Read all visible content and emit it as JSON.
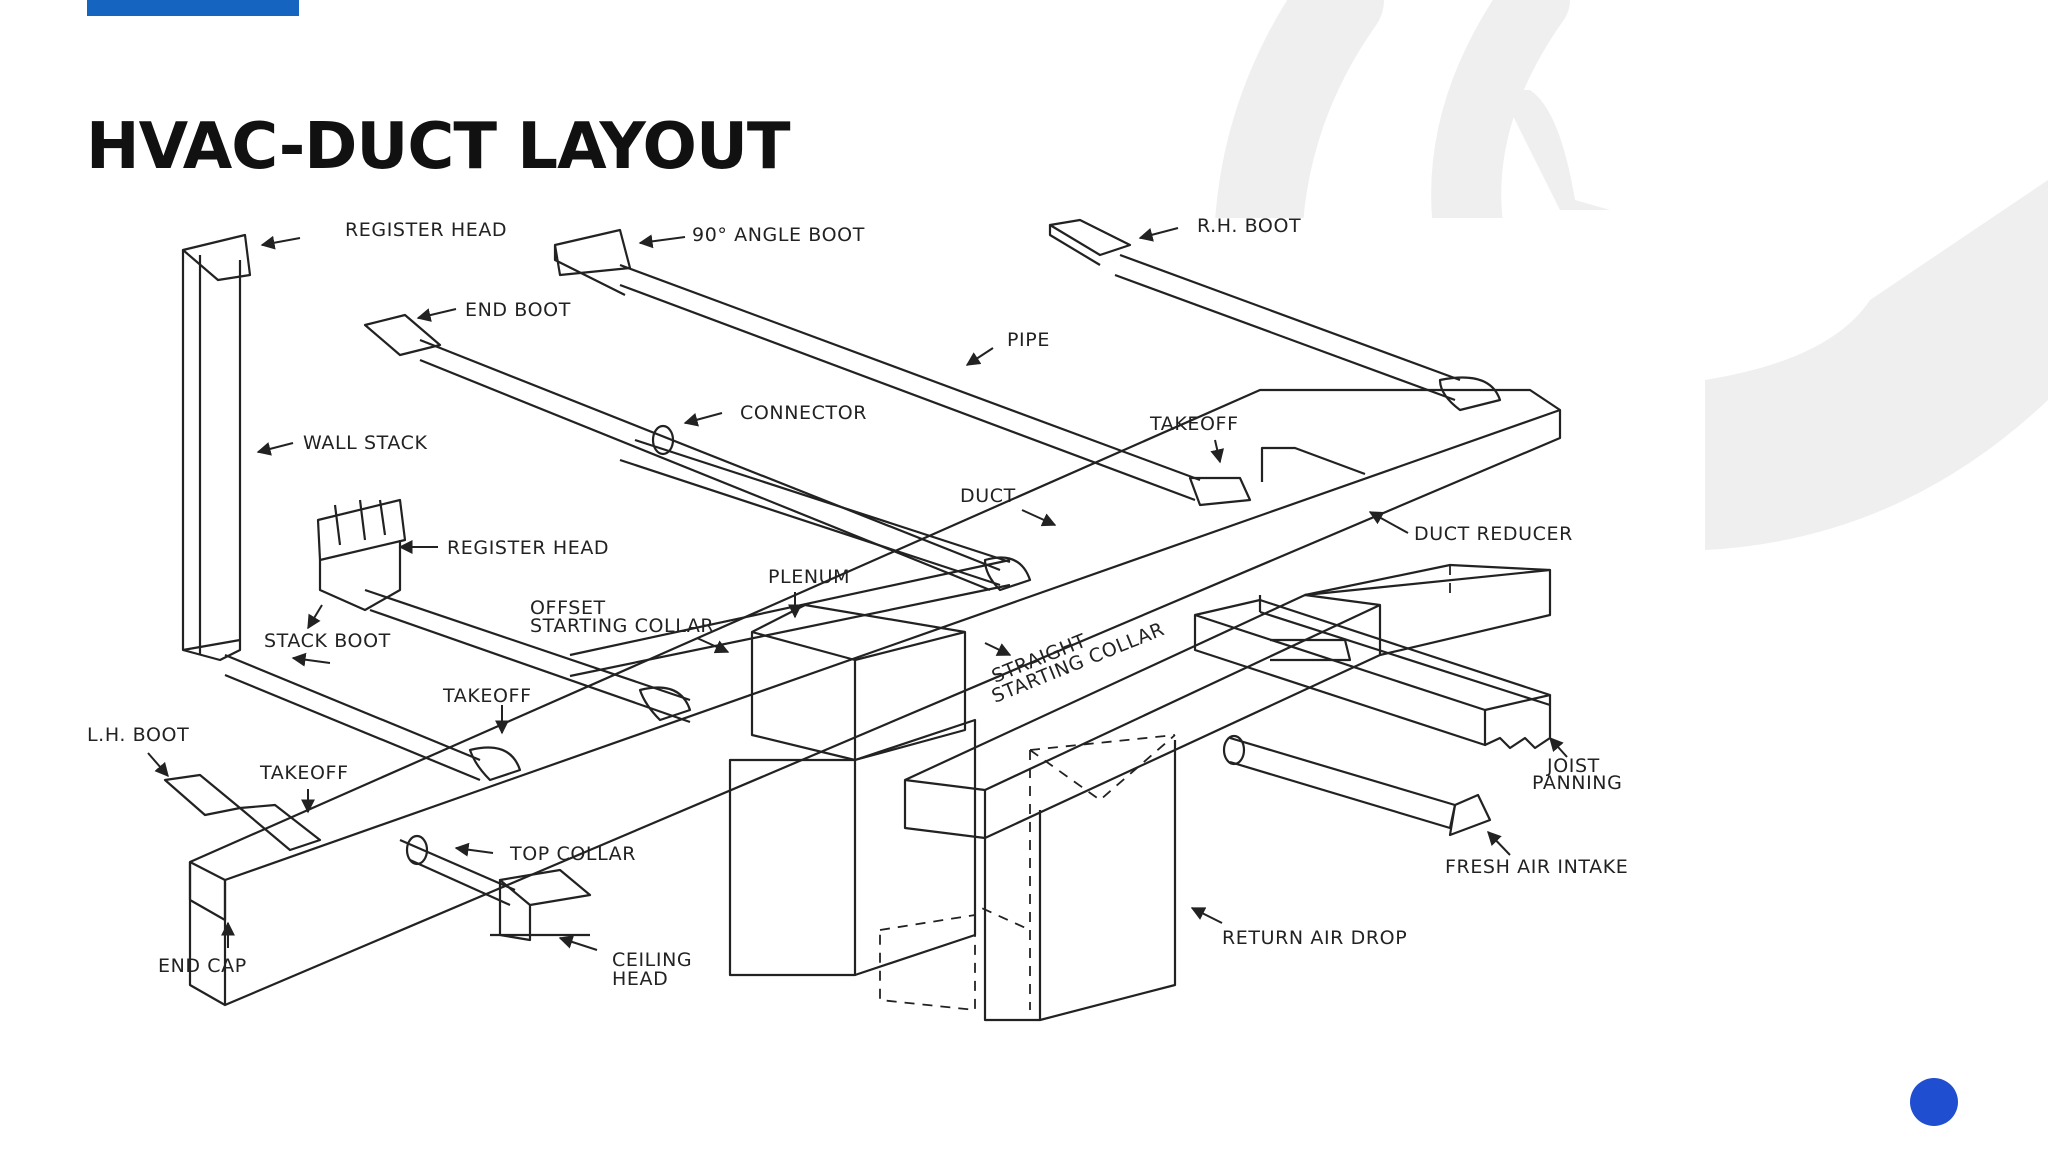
{
  "slide": {
    "title": "HVAC-DUCT LAYOUT",
    "accent_color": "#1565c0",
    "nav_dot_color": "#1f4fd0"
  },
  "diagram": {
    "labels": {
      "register_head_top": "REGISTER HEAD",
      "angle_boot": "90° ANGLE BOOT",
      "rh_boot": "R.H. BOOT",
      "end_boot": "END BOOT",
      "pipe": "PIPE",
      "connector": "CONNECTOR",
      "wall_stack": "WALL STACK",
      "takeoff_top": "TAKEOFF",
      "duct": "DUCT",
      "duct_reducer": "DUCT REDUCER",
      "register_head_mid": "REGISTER HEAD",
      "plenum": "PLENUM",
      "offset_line1": "OFFSET",
      "offset_line2": "STARTING COLLAR",
      "stack_boot": "STACK BOOT",
      "straight_line1": "STRAIGHT",
      "straight_line2": "STARTING COLLAR",
      "takeoff_mid": "TAKEOFF",
      "lh_boot": "L.H. BOOT",
      "takeoff_low": "TAKEOFF",
      "joist_line1": "JOIST",
      "joist_line2": "PANNING",
      "fresh_air_intake": "FRESH AIR INTAKE",
      "top_collar": "TOP  COLLAR",
      "return_air_drop": "RETURN AIR DROP",
      "end_cap": "END CAP",
      "ceiling_line1": "CEILING",
      "ceiling_line2": "HEAD"
    }
  }
}
